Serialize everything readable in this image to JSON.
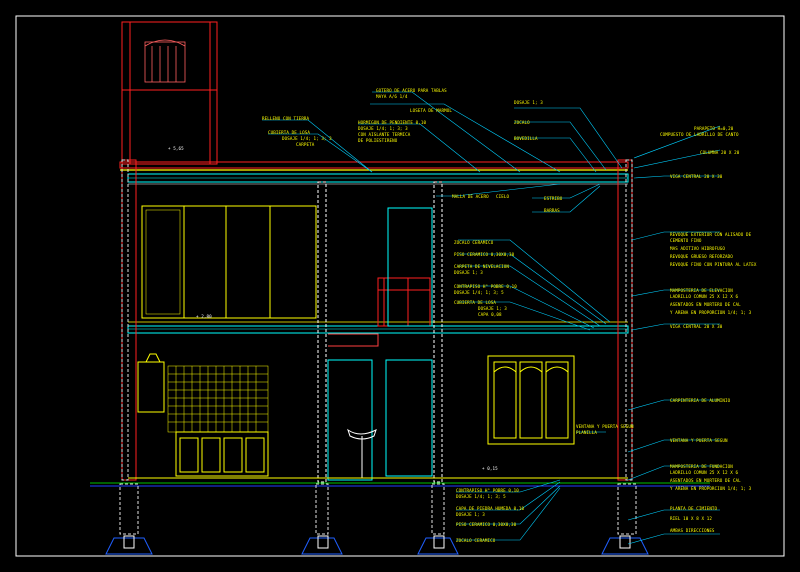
{
  "drawing": {
    "type": "architectural-section",
    "colors": {
      "background": "#000000",
      "frame": "#ffffff",
      "structure_red": "#ff2020",
      "slab_cyan": "#00ffff",
      "finish_yellow": "#ffff00",
      "leader_cyan": "#00d0ff",
      "ground_green": "#00c000",
      "ground_blue": "#2040ff",
      "brick_white": "#e0e0e0"
    },
    "levels": {
      "roof": "+ 5,65",
      "upper_floor": "+ 2,80",
      "ground": "+ 0,15"
    },
    "labels_top": [
      "GOTERO DE ACERO PARA TABLAS",
      "MAYA A/6 1/4",
      "RELLENO CON TIERRA",
      "LOSETA DE MARMOL",
      "HORMIGON DE PENDIENTE 0,10",
      "DOSAJE 1/4; 1; 3; 3",
      "CON AISLANTE TERMICA",
      "DE POLIESTIRENO",
      "CUBIERTA DE LOSA",
      "DOSAJE 1/4; 1; 3; 3",
      "CARPETA",
      "DOSAJE 1; 3",
      "ZOCALO",
      "BOVEDILLA"
    ],
    "labels_right_top": [
      "PARAPETO H=0,20",
      "COMPUESTO DE LADRILLO DE CANTO",
      "COLUMNA 20 X 20",
      "VIGA CENTRAL 20 X 30"
    ],
    "labels_mid": [
      "MALLA DE ACERO",
      "CIELO",
      "ESTRIBO",
      "BARRAS"
    ],
    "labels_right_mid": [
      "REVOQUE EXTERIOR CON ALISADO DE",
      "CEMENTO FINO",
      "MAS ADITIVO HIDROFUGO",
      "REVOQUE GRUESO REFORZADO",
      "REVOQUE FINO CON PINTURA AL LATEX",
      "MAMPOSTERIA DE ELEVACION",
      "LADRILLO COMUN 25 X 12 X 6",
      "ASENTADOS EN MORTERO DE CAL",
      "Y ARENA EN PROPORCION 1/4; 1; 3",
      "VIGA CENTRAL 20 X 30"
    ],
    "labels_center": [
      "ZOCALO CERAMICO",
      "PISO CERAMICO 0,30X0,30",
      "CARPETA DE NIVELACION",
      "DOSAJE 1; 3",
      "CONTRAPISO H° POBRE 0,10",
      "DOSAJE 1/4; 1; 3; 5",
      "CUBIERTA DE LOSA",
      "DOSAJE 1; 3",
      "CAPA 0,08"
    ],
    "labels_right_low": [
      "CARPINTERIA DE ALUMINIO",
      "VENTANA Y PUERTA SEGUN",
      "PLANILLA",
      "MAMPOSTERIA DE FUNDACION",
      "LADRILLO COMUN 25 X 12 X 6",
      "ASENTADOS EN MORTERO DE CAL",
      "Y ARENA EN PROPORCION 1/4; 1; 3",
      "PLANTA DE CIMIENTO",
      "RIEL 10 X 8 X 12",
      "AMBAS DIRECCIONES"
    ],
    "labels_bottom": [
      "CONTRAPISO H° POBRE 0,10",
      "DOSAJE 1/4; 1; 3; 5",
      "CAPA DE PIEDRA HUMEDA 0,10",
      "DOSAJE 1; 3",
      "PISO CERAMICO 0,30X0,30",
      "ZOCALO CERAMICO"
    ]
  }
}
